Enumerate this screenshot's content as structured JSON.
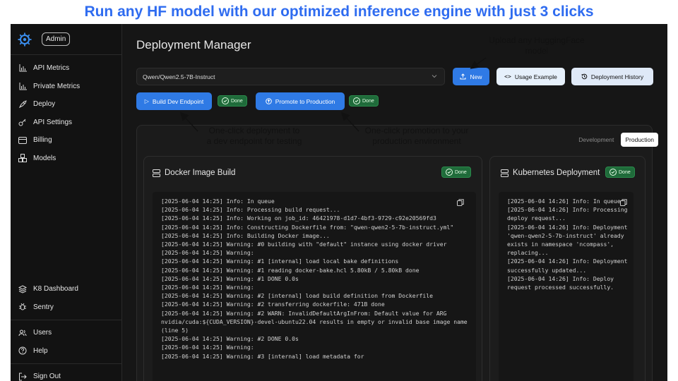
{
  "banner": {
    "text": "Run any HF model with our optimized inference engine with just 3 clicks"
  },
  "brand": {
    "admin_label": "Admin"
  },
  "sidebar": {
    "items": [
      {
        "label": "API Metrics",
        "icon": "bar-chart-icon"
      },
      {
        "label": "Private Metrics",
        "icon": "bar-chart-icon"
      },
      {
        "label": "Deploy",
        "icon": "rocket-icon"
      },
      {
        "label": "API Settings",
        "icon": "key-icon"
      },
      {
        "label": "Billing",
        "icon": "credit-card-icon"
      },
      {
        "label": "Models",
        "icon": "boxes-icon"
      }
    ],
    "bottom_items": [
      {
        "label": "K8 Dashboard",
        "icon": "layers-icon"
      },
      {
        "label": "Sentry",
        "icon": "bug-icon"
      },
      {
        "label": "Users",
        "icon": "users-icon"
      },
      {
        "label": "Help",
        "icon": "help-circle-icon"
      },
      {
        "label": "Sign Out",
        "icon": "sign-out-icon"
      }
    ]
  },
  "main": {
    "title": "Deployment Manager",
    "model_select": {
      "value": "Qwen/Qwen2.5-7B-Instruct"
    },
    "buttons": {
      "new": "New",
      "usage_example": "Usage Example",
      "deployment_history": "Deployment History",
      "build_dev_endpoint": "Build Dev Endpoint",
      "promote_to_production": "Promote to Production"
    },
    "badges": {
      "done": "Done"
    },
    "env_tabs": {
      "development": "Development",
      "production": "Production",
      "active": "Production"
    },
    "docker_card": {
      "title": "Docker Image Build",
      "status": "Done",
      "log": "[2025-06-04 14:25] Info: In queue\n[2025-06-04 14:25] Info: Processing build request...\n[2025-06-04 14:25] Info: Working on job_id: 46421978-d1d7-4bf3-9729-c92e20569fd3\n[2025-06-04 14:25] Info: Constructing Dockerfile from: \"qwen-qwen2-5-7b-instruct.yml\"\n[2025-06-04 14:25] Info: Building Docker image...\n[2025-06-04 14:25] Warning: #0 building with \"default\" instance using docker driver\n[2025-06-04 14:25] Warning:\n[2025-06-04 14:25] Warning: #1 [internal] load local bake definitions\n[2025-06-04 14:25] Warning: #1 reading docker-bake.hcl 5.80kB / 5.80kB done\n[2025-06-04 14:25] Warning: #1 DONE 0.0s\n[2025-06-04 14:25] Warning:\n[2025-06-04 14:25] Warning: #2 [internal] load build definition from Dockerfile\n[2025-06-04 14:25] Warning: #2 transferring dockerfile: 471B done\n[2025-06-04 14:25] Warning: #2 WARN: InvalidDefaultArgInFrom: Default value for ARG nvidia/cuda:${CUDA_VERSION}-devel-ubuntu22.04 results in empty or invalid base image name (line 5)\n[2025-06-04 14:25] Warning: #2 DONE 0.0s\n[2025-06-04 14:25] Warning:\n[2025-06-04 14:25] Warning: #3 [internal] load metadata for"
    },
    "k8s_card": {
      "title": "Kubernetes Deployment",
      "status": "Done",
      "log": "[2025-06-04 14:26] Info: In queue\n[2025-06-04 14:26] Info: Processing deploy request...\n[2025-06-04 14:26] Info: Deployment 'qwen-qwen2-5-7b-instruct' already exists in namespace 'ncompass', replacing...\n[2025-06-04 14:26] Info: Deployment successfully updated...\n[2025-06-04 14:26] Info: Deploy request processed successfully."
    }
  },
  "annotations": {
    "upload": "Upload any HuggingFace\nmodel",
    "dev_deploy": "One-click deployment to\na dev endpoint for testing",
    "promotion": "One-click promotion to your\nproduction environment"
  },
  "colors": {
    "accent": "#2f7ae5",
    "banner": "#2f6cf0",
    "done_badge": "#1f6b3a",
    "background": "#161616"
  }
}
